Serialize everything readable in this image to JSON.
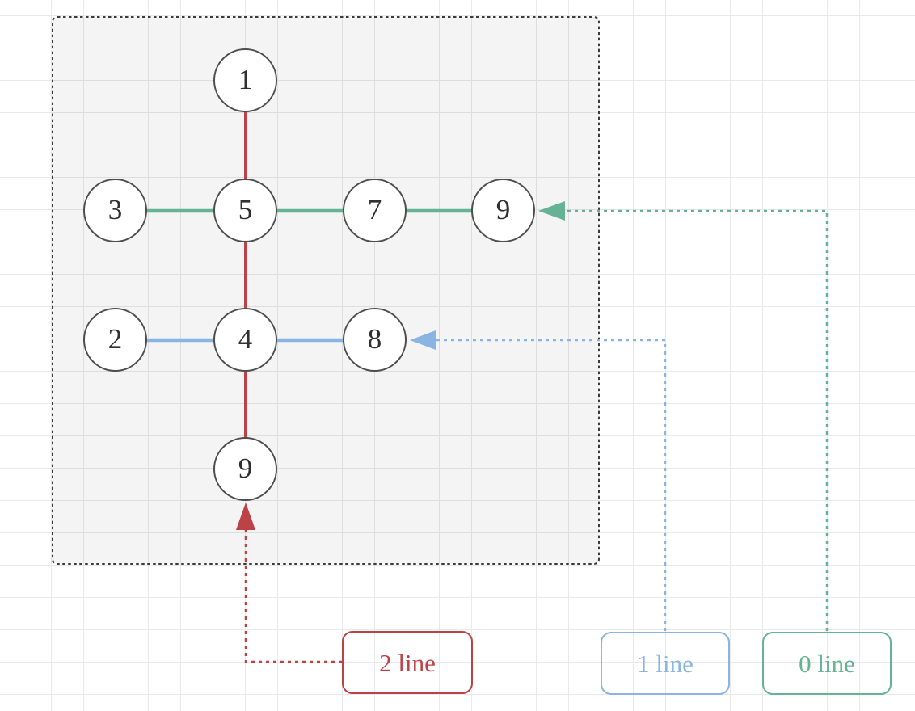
{
  "diagram_type": "graph-with-legend",
  "colors": {
    "red_line": "#bc4245",
    "blue_line": "#8ab4e2",
    "green_line": "#66b295",
    "node_border": "#4e4e4e",
    "node_text": "#303030",
    "container_border": "#3b3b3b",
    "container_fill": "#f4f4f4",
    "grid_line": "#e9e9e9",
    "canvas_background": "#ffffff"
  },
  "nodes": [
    {
      "id": "node-1",
      "label": "1"
    },
    {
      "id": "node-3",
      "label": "3"
    },
    {
      "id": "node-5",
      "label": "5"
    },
    {
      "id": "node-7",
      "label": "7"
    },
    {
      "id": "node-9-right",
      "label": "9"
    },
    {
      "id": "node-2",
      "label": "2"
    },
    {
      "id": "node-4",
      "label": "4"
    },
    {
      "id": "node-8",
      "label": "8"
    },
    {
      "id": "node-9-bottom",
      "label": "9"
    }
  ],
  "lines": [
    {
      "name": "red-line",
      "color": "#bc4245",
      "style": "solid",
      "nodes": [
        "1",
        "5",
        "4",
        "9"
      ]
    },
    {
      "name": "green-line",
      "color": "#66b295",
      "style": "solid",
      "nodes": [
        "3",
        "5",
        "7",
        "9"
      ]
    },
    {
      "name": "blue-line",
      "color": "#8ab4e2",
      "style": "solid",
      "nodes": [
        "2",
        "4",
        "8"
      ]
    }
  ],
  "legend": {
    "items": [
      {
        "label": "2 line",
        "color": "#bc4245",
        "arrow_points_to": "node 9 (bottom)"
      },
      {
        "label": "1 line",
        "color": "#8ab4e2",
        "arrow_points_to": "node 8"
      },
      {
        "label": "0 line",
        "color": "#66b295",
        "arrow_points_to": "node 9 (right)"
      }
    ]
  }
}
